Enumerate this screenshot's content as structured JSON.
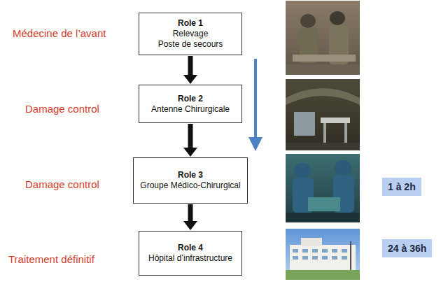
{
  "diagram": {
    "nodes": [
      {
        "text": [
          "Role 1",
          "Relevage",
          "Poste de secours"
        ]
      },
      {
        "text": [
          "Role 2",
          "Antenne Chirurgicale"
        ]
      },
      {
        "text": [
          "Role 3",
          "Groupe Médico-Chirurgical"
        ]
      },
      {
        "text": [
          "Role 4",
          "Hôpital d’infrastructure"
        ]
      }
    ],
    "edges": [
      {
        "from": 0,
        "to": 1,
        "arrow": "to"
      },
      {
        "from": 1,
        "to": 2,
        "arrow": "to"
      },
      {
        "from": 2,
        "to": 3,
        "arrow": "to"
      }
    ],
    "labels": [
      "Médecine de l’avant",
      "Damage control",
      "Damage control",
      "Traitement définitif",
      "1 à 2h",
      "24 à 36h"
    ]
  }
}
